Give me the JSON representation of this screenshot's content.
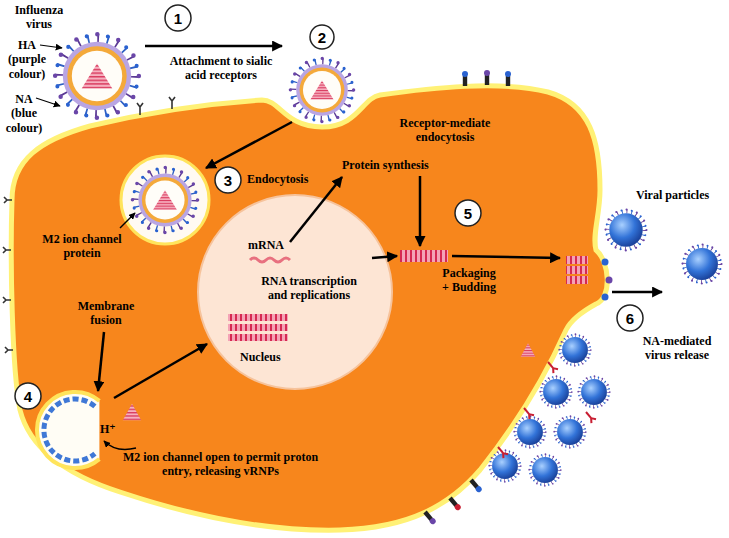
{
  "diagram": {
    "nodes": [
      {
        "text": [
          "1"
        ]
      },
      {
        "text": [
          "2"
        ]
      },
      {
        "text": [
          "Receptor-mediate endocytosis",
          "Endocytosis",
          "M2 ion channel protein",
          "Protein synthesis",
          "Membrane fusion",
          "Packaging + Budding",
          "H⁺",
          "M2 ion channel open to permit proton entry, releasing vRNPs"
        ]
      },
      {
        "text": [
          "3"
        ],
        "in": 2
      },
      {
        "text": [
          "mRNA",
          "RNA transcription and replications",
          "Nucleus"
        ],
        "in": 2
      },
      {
        "text": [
          "4"
        ],
        "in": 2
      },
      {
        "text": [
          "5"
        ],
        "in": 2
      },
      {
        "text": [
          "6"
        ]
      }
    ],
    "labels": [
      "Influenza virus",
      "HA (purple colour)",
      "NA (blue colour)",
      "Attachment to sialic acid receptors",
      "Viral particles",
      "NA-mediated virus release"
    ]
  }
}
